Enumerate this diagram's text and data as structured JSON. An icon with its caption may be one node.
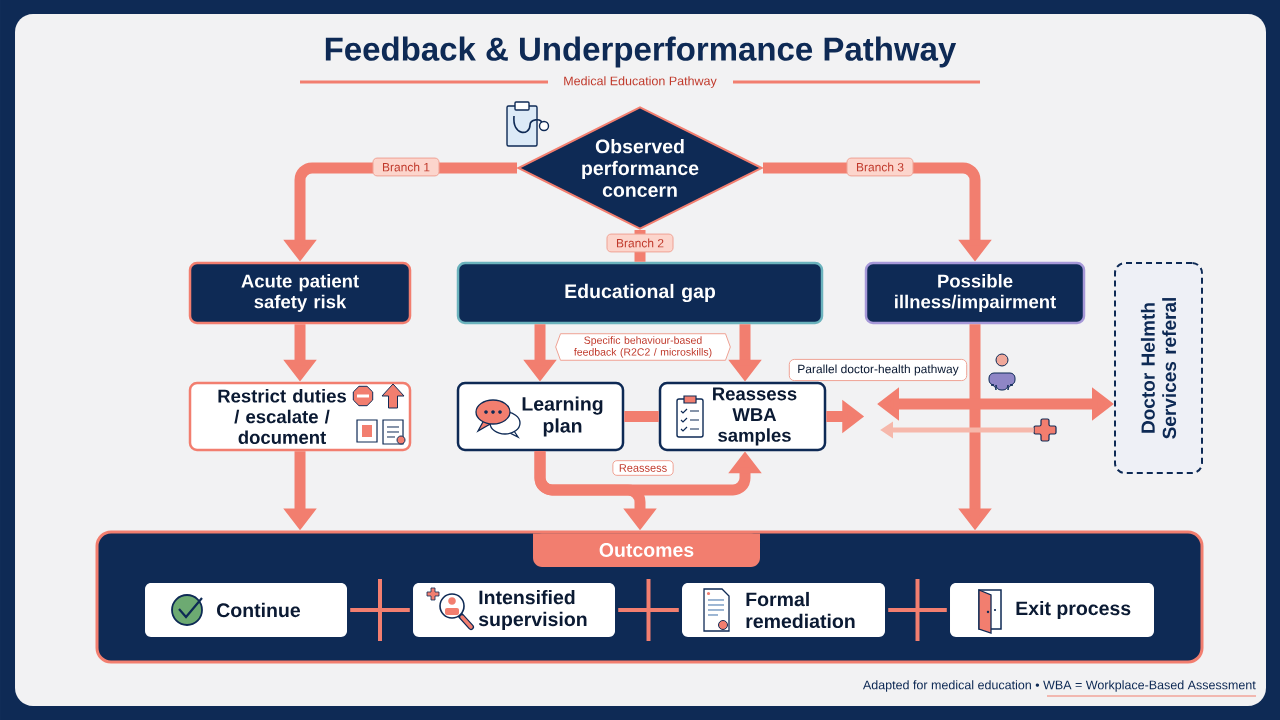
{
  "diagram": {
    "title": "Feedback & Underperformance Pathway",
    "caption": "Adapted for medical education • WBA = Workplace-Based Assessment",
    "nodes": [
      {
        "text": [
          "Observed performance concern"
        ]
      },
      {
        "text": [
          "Acute patient safety risk"
        ]
      },
      {
        "text": [
          "Educational gap"
        ]
      },
      {
        "text": [
          "Possible illness/impairment"
        ]
      },
      {
        "text": [
          "Doctor Helmth Services referal"
        ]
      },
      {
        "text": [
          "Restrict duties / escalate / document"
        ]
      },
      {
        "text": [
          "Learning plan"
        ]
      },
      {
        "text": [
          "Reassess WBA samples"
        ]
      },
      {
        "text": [],
        "shape": "picture"
      },
      {
        "text": [
          "Outcomes"
        ]
      },
      {
        "text": [
          "Continue"
        ],
        "in": 9
      },
      {
        "text": [
          "Intensified supervision"
        ],
        "in": 9
      },
      {
        "text": [
          "Formal remediation"
        ],
        "in": 9
      },
      {
        "text": [
          "Exit process"
        ],
        "in": 9
      }
    ],
    "edges": [
      {
        "from": 0,
        "to": 1,
        "arrow": "to",
        "label": "Branch 1"
      },
      {
        "from": 0,
        "to": 2,
        "arrow": "none",
        "label": "Branch 2"
      },
      {
        "from": 0,
        "to": 3,
        "arrow": "to",
        "label": "Branch 3"
      },
      {
        "from": 1,
        "to": 5,
        "arrow": "to"
      },
      {
        "from": 2,
        "to": 6,
        "arrow": "to"
      },
      {
        "from": 2,
        "to": 7,
        "arrow": "to",
        "label": "Specific behaviour-based feedback (R2C2 / microskills)"
      },
      {
        "from": 6,
        "to": 7,
        "arrow": "none"
      },
      {
        "from": 6,
        "to": 7,
        "arrow": "to",
        "label": "Reassess"
      },
      {
        "from": 6,
        "to": 9,
        "arrow": "to"
      },
      {
        "from": 5,
        "to": 9,
        "arrow": "to"
      },
      {
        "from": 3,
        "to": 9,
        "arrow": "to"
      },
      {
        "from": 7,
        "to": null,
        "arrow": "to"
      },
      {
        "from": null,
        "to": 4,
        "arrow": "both",
        "label": "Parallel doctor-health pathway"
      },
      {
        "from": 8,
        "to": null,
        "arrow": "to",
        "color": "#f6b8ab"
      },
      {
        "from": 10,
        "to": 11,
        "arrow": "none"
      },
      {
        "from": 11,
        "to": 12,
        "arrow": "none"
      },
      {
        "from": 12,
        "to": 13,
        "arrow": "none"
      }
    ],
    "labels": [
      "Medical Education Pathway"
    ]
  }
}
